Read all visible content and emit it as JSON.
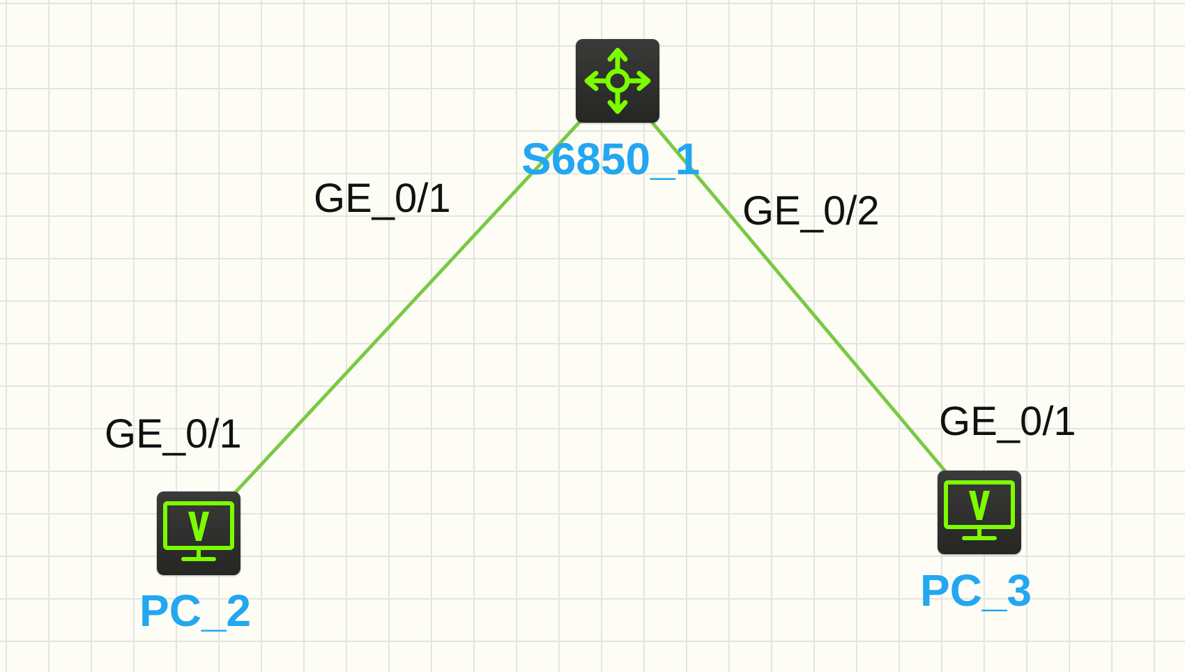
{
  "topology": {
    "devices": [
      {
        "id": "switch",
        "label": "S6850_1",
        "icon": "switch-router-icon"
      },
      {
        "id": "pc2",
        "label": "PC_2",
        "icon": "pc-monitor-icon"
      },
      {
        "id": "pc3",
        "label": "PC_3",
        "icon": "pc-monitor-icon"
      }
    ],
    "links": [
      {
        "from": "switch",
        "to": "pc2",
        "from_port": "GE_0/1",
        "to_port": "GE_0/1"
      },
      {
        "from": "switch",
        "to": "pc3",
        "from_port": "GE_0/2",
        "to_port": "GE_0/1"
      }
    ],
    "colors": {
      "link": "#7ac943",
      "device_label": "#22a7f0",
      "icon_glyph": "#7cfc00",
      "device_body": "#2e2e2c",
      "port_label": "#111111"
    }
  }
}
